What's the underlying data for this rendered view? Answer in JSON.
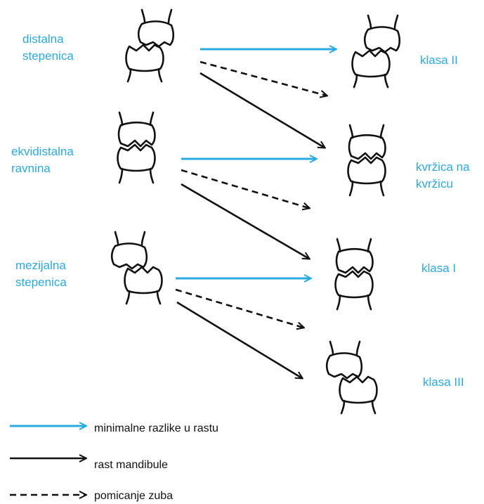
{
  "left_labels": [
    {
      "line1": "distalna",
      "line2": "stepenica"
    },
    {
      "line1": "ekvidistalna",
      "line2": "ravnina"
    },
    {
      "line1": "mezijalna",
      "line2": "stepenica"
    }
  ],
  "right_labels": [
    {
      "line1": "klasa II",
      "line2": ""
    },
    {
      "line1": "kvržica na",
      "line2": "kvržicu"
    },
    {
      "line1": "klasa I",
      "line2": ""
    },
    {
      "line1": "klasa III",
      "line2": ""
    }
  ],
  "legend": [
    {
      "text": "minimalne razlike u rastu",
      "style": "blue-solid"
    },
    {
      "text": "rast mandibule",
      "style": "black-solid"
    },
    {
      "text": "pomicanje zuba",
      "style": "black-dashed"
    }
  ],
  "colors": {
    "blue": "#29abe2",
    "black": "#111111"
  }
}
